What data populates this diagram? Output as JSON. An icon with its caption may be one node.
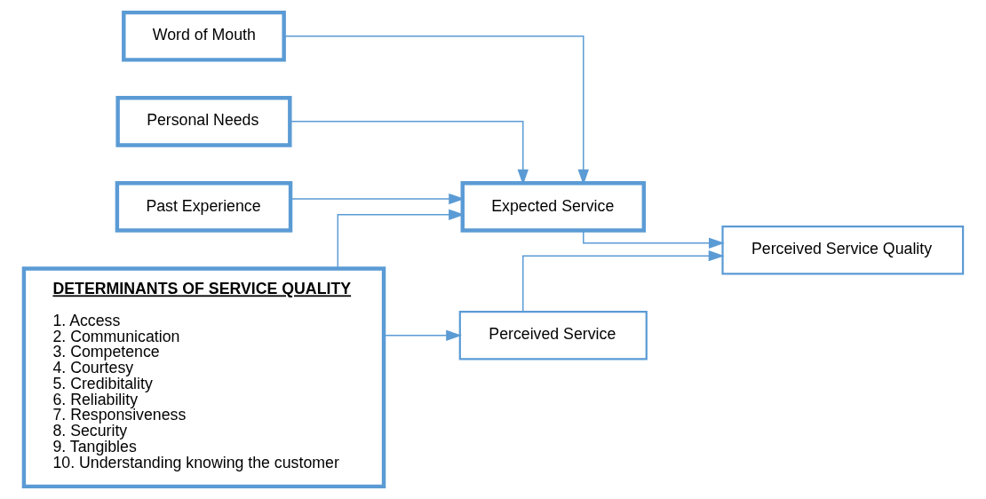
{
  "diagram": {
    "nodes": [
      {
        "text": [
          "Word of Mouth"
        ]
      },
      {
        "text": [
          "Personal Needs"
        ]
      },
      {
        "text": [
          "Past Experience"
        ]
      },
      {
        "text": [
          "DETERMINANTS OF SERVICE QUALITY",
          "1. Access",
          "2. Communication",
          "3. Competence",
          "4. Courtesy",
          "5. Credibitality",
          "6. Reliability",
          "7. Responsiveness",
          "8. Security",
          "9. Tangibles",
          "10. Understanding knowing the customer"
        ]
      },
      {
        "text": [
          "Expected Service"
        ]
      },
      {
        "text": [
          "Perceived Service"
        ]
      },
      {
        "text": [
          "Perceived Service Quality"
        ]
      }
    ],
    "edges": [
      {
        "from": 0,
        "to": 4,
        "arrow": "to"
      },
      {
        "from": 1,
        "to": 4,
        "arrow": "to"
      },
      {
        "from": 2,
        "to": 4,
        "arrow": "to"
      },
      {
        "from": 3,
        "to": 4,
        "arrow": "to"
      },
      {
        "from": 3,
        "to": 5,
        "arrow": "to"
      },
      {
        "from": 4,
        "to": 6,
        "arrow": "to"
      },
      {
        "from": 5,
        "to": 6,
        "arrow": "to"
      }
    ]
  }
}
